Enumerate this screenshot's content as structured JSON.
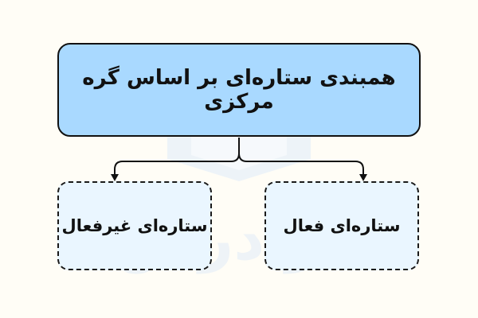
{
  "diagram": {
    "root": {
      "label": "همبندی ستاره‌ای بر اساس گره مرکزی"
    },
    "children": [
      {
        "label": "ستاره‌ای غیرفعال"
      },
      {
        "label": "ستاره‌ای فعال"
      }
    ]
  },
  "watermark": {
    "icon": "book-logo-icon",
    "text": "فرادرس"
  },
  "colors": {
    "background": "#fffdf6",
    "root_fill": "#a9d9ff",
    "child_fill": "#eaf6ff",
    "stroke": "#111111",
    "watermark": "#eef3f7"
  }
}
